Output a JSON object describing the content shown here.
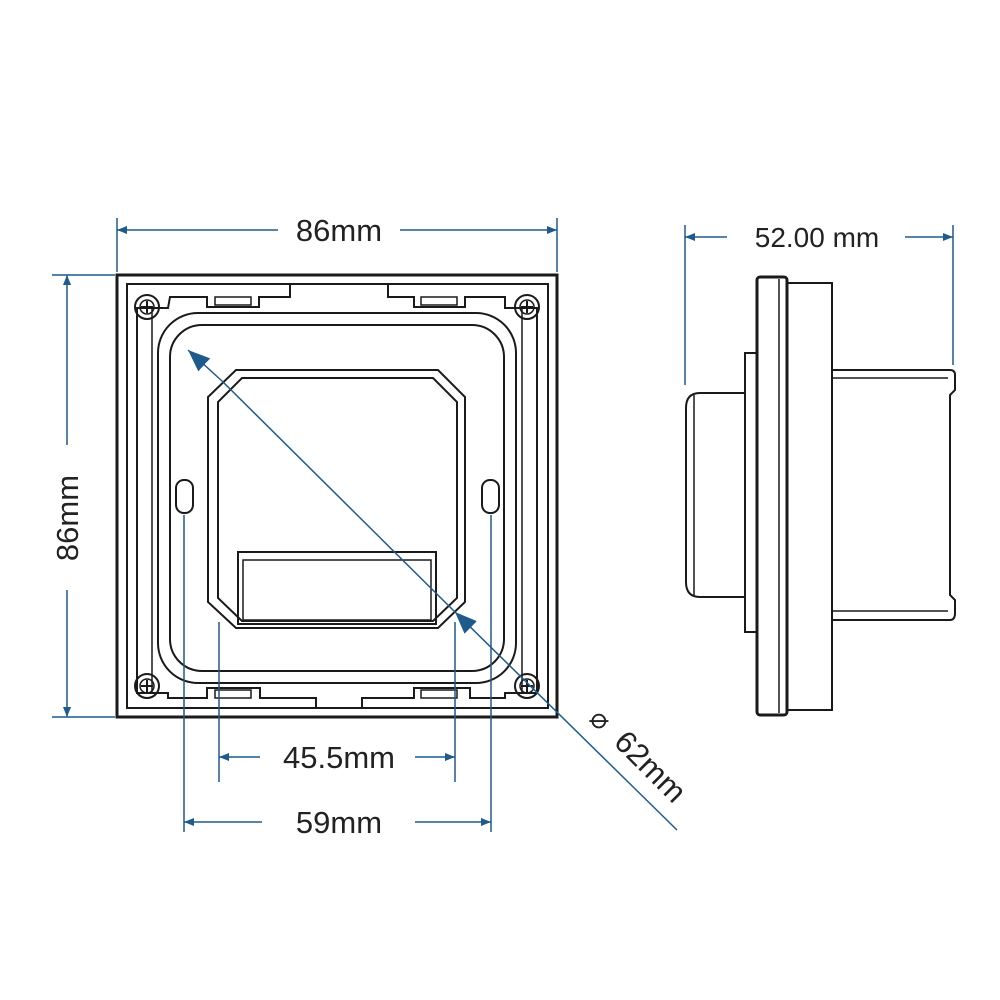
{
  "dimensions": {
    "top_width": "86mm",
    "left_height": "86mm",
    "inner_width": "45.5mm",
    "mount_width": "59mm",
    "diameter": "62mm",
    "diameter_symbol": "⌀",
    "depth": "52.00 mm"
  },
  "colors": {
    "dimension_line": "#1e5a8c",
    "outline": "#1a1a1a"
  }
}
